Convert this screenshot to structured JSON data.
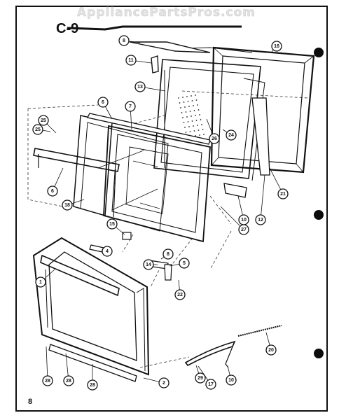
{
  "watermark": "AppliancePartsPros.com",
  "section_label": "C-9",
  "page_number": "8",
  "callouts": [
    {
      "id": "c0",
      "label": "1"
    },
    {
      "id": "c1",
      "label": "2"
    },
    {
      "id": "c2",
      "label": "4"
    },
    {
      "id": "c3",
      "label": "5"
    },
    {
      "id": "c4",
      "label": "6"
    },
    {
      "id": "c5",
      "label": "6"
    },
    {
      "id": "c6",
      "label": "7"
    },
    {
      "id": "c7",
      "label": "8"
    },
    {
      "id": "c8",
      "label": "8"
    },
    {
      "id": "c9",
      "label": "10"
    },
    {
      "id": "c10",
      "label": "10"
    },
    {
      "id": "c11",
      "label": "11"
    },
    {
      "id": "c12",
      "label": "12"
    },
    {
      "id": "c13",
      "label": "13"
    },
    {
      "id": "c14",
      "label": "14"
    },
    {
      "id": "c15",
      "label": "15"
    },
    {
      "id": "c16",
      "label": "16"
    },
    {
      "id": "c17",
      "label": "17"
    },
    {
      "id": "c18",
      "label": "18"
    },
    {
      "id": "c19",
      "label": "20"
    },
    {
      "id": "c20",
      "label": "21"
    },
    {
      "id": "c21",
      "label": "22"
    },
    {
      "id": "c22",
      "label": "24"
    },
    {
      "id": "c23",
      "label": "25"
    },
    {
      "id": "c24",
      "label": "25"
    },
    {
      "id": "c25",
      "label": "26"
    },
    {
      "id": "c26",
      "label": "27"
    },
    {
      "id": "c27",
      "label": "28"
    },
    {
      "id": "c28",
      "label": "28"
    },
    {
      "id": "c29",
      "label": "28"
    },
    {
      "id": "c30",
      "label": "29"
    }
  ]
}
